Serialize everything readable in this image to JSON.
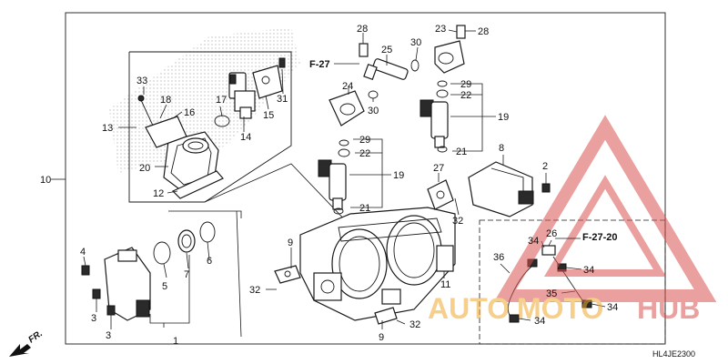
{
  "diagram": {
    "part_labels": {
      "p1": "1",
      "p2": "2",
      "p3a": "3",
      "p3b": "3",
      "p4": "4",
      "p5": "5",
      "p6": "6",
      "p7": "7",
      "p8": "8",
      "p9a": "9",
      "p9b": "9",
      "p10": "10",
      "p11": "11",
      "p12": "12",
      "p13": "13",
      "p14": "14",
      "p15": "15",
      "p16": "16",
      "p17": "17",
      "p18": "18",
      "p19a": "19",
      "p19b": "19",
      "p20": "20",
      "p21a": "21",
      "p21b": "21",
      "p22a": "22",
      "p22b": "22",
      "p23": "23",
      "p24": "24",
      "p25": "25",
      "p26": "26",
      "p27": "27",
      "p28a": "28",
      "p28b": "28",
      "p29a": "29",
      "p29b": "29",
      "p30a": "30",
      "p30b": "30",
      "p31": "31",
      "p32a": "32",
      "p32b": "32",
      "p32c": "32",
      "p33": "33",
      "p34a": "34",
      "p34b": "34",
      "p34c": "34",
      "p34d": "34",
      "p35": "35",
      "p36": "36"
    },
    "refs": {
      "r1": "F-27",
      "r2": "F-27-20"
    },
    "direction_label": "FR.",
    "diagram_code": "HL4JE2300"
  },
  "watermark": {
    "text_part1": "AUTO",
    "text_part2": "MOTO",
    "text_part3": "HUB",
    "color_red": "#d9534f",
    "color_orange": "#f0a830"
  }
}
